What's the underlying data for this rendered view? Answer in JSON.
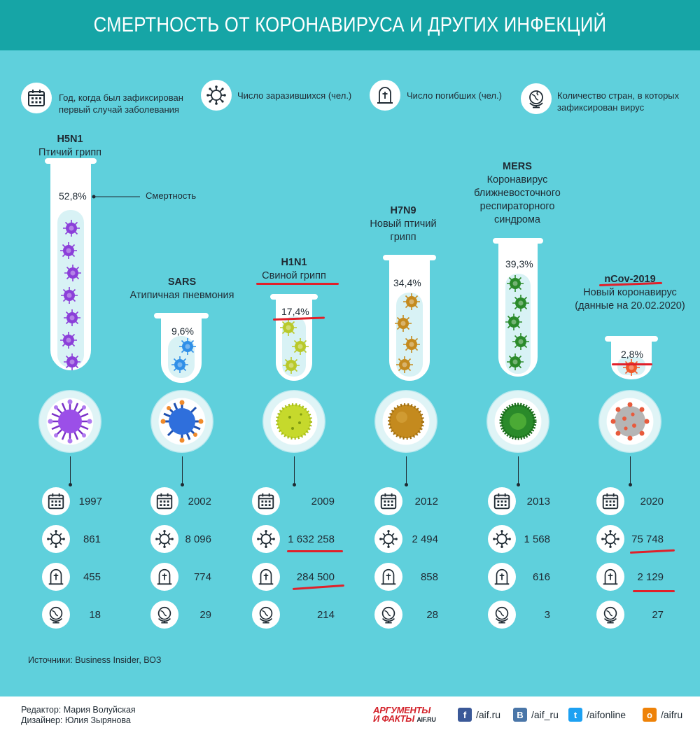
{
  "header": {
    "title": "СМЕРТНОСТЬ ОТ КОРОНАВИРУСА И ДРУГИХ ИНФЕКЦИЙ"
  },
  "legend": {
    "year": "Год, когда был зафиксирован первый случай заболевания",
    "infected": "Число заразившихся (чел.)",
    "deaths": "Число погибших (чел.)",
    "countries": "Количество стран, в которых зафиксирован вирус"
  },
  "annotation": {
    "mortality": "Смертность"
  },
  "viruses": [
    {
      "code": "H5N1",
      "name": "Птичий грипп",
      "mortality": "52,8%",
      "year": "1997",
      "infected": "861",
      "deaths": "455",
      "countries": "18",
      "color": "#8b3fd9"
    },
    {
      "code": "SARS",
      "name": "Атипичная пневмония",
      "mortality": "9,6%",
      "year": "2002",
      "infected": "8 096",
      "deaths": "774",
      "countries": "29",
      "color": "#2f6fdc"
    },
    {
      "code": "H1N1",
      "name": "Свиной грипп",
      "mortality": "17,4%",
      "year": "2009",
      "infected": "1 632 258",
      "deaths": "284 500",
      "countries": "214",
      "color": "#b9d12a"
    },
    {
      "code": "H7N9",
      "name": "Новый птичий грипп",
      "mortality": "34,4%",
      "year": "2012",
      "infected": "2 494",
      "deaths": "858",
      "countries": "28",
      "color": "#c48a1e"
    },
    {
      "code": "MERS",
      "name": "Коронавирус ближневосточного респираторного синдрома",
      "mortality": "39,3%",
      "year": "2013",
      "infected": "1 568",
      "deaths": "616",
      "countries": "3",
      "color": "#2a8a2a"
    },
    {
      "code": "nCov-2019",
      "name": "Новый коронавирус (данные на 20.02.2020)",
      "mortality": "2,8%",
      "year": "2020",
      "infected": "75 748",
      "deaths": "2 129",
      "countries": "27",
      "color": "#e85a3c"
    }
  ],
  "sources": "Источники: Business Insider, ВОЗ",
  "footer": {
    "editor": "Редактор: Мария Волуйская",
    "designer": "Дизайнер: Юлия Зырянова",
    "brand_line1": "АРГУМЕНТЫ",
    "brand_line2": "И ФАКТЫ",
    "brand_domain": "AIF.RU",
    "facebook": "/aif.ru",
    "vk": "/aif_ru",
    "twitter": "/aifonline",
    "ok": "/aifru"
  }
}
